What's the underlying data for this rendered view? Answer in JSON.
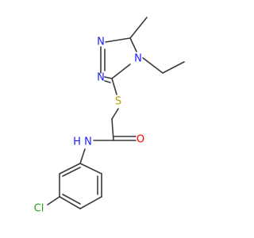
{
  "molecule": {
    "atoms": [
      {
        "id": "N1",
        "symbol": "N",
        "label": "N",
        "color": "#2020ff"
      },
      {
        "id": "N2",
        "symbol": "N",
        "label": "N",
        "color": "#2020ff"
      },
      {
        "id": "N4",
        "symbol": "N",
        "label": "N",
        "color": "#2020ff"
      },
      {
        "id": "S",
        "symbol": "S",
        "label": "S",
        "color": "#b8a000"
      },
      {
        "id": "NH",
        "symbol": "N",
        "label": "N",
        "color": "#2020ff"
      },
      {
        "id": "H",
        "symbol": "H",
        "label": "H",
        "color": "#2020ff"
      },
      {
        "id": "O",
        "symbol": "O",
        "label": "O",
        "color": "#ff0000"
      },
      {
        "id": "Cl",
        "symbol": "Cl",
        "label": "Cl",
        "color": "#1fa01f"
      }
    ],
    "bond_color": "#3a3a3a"
  }
}
